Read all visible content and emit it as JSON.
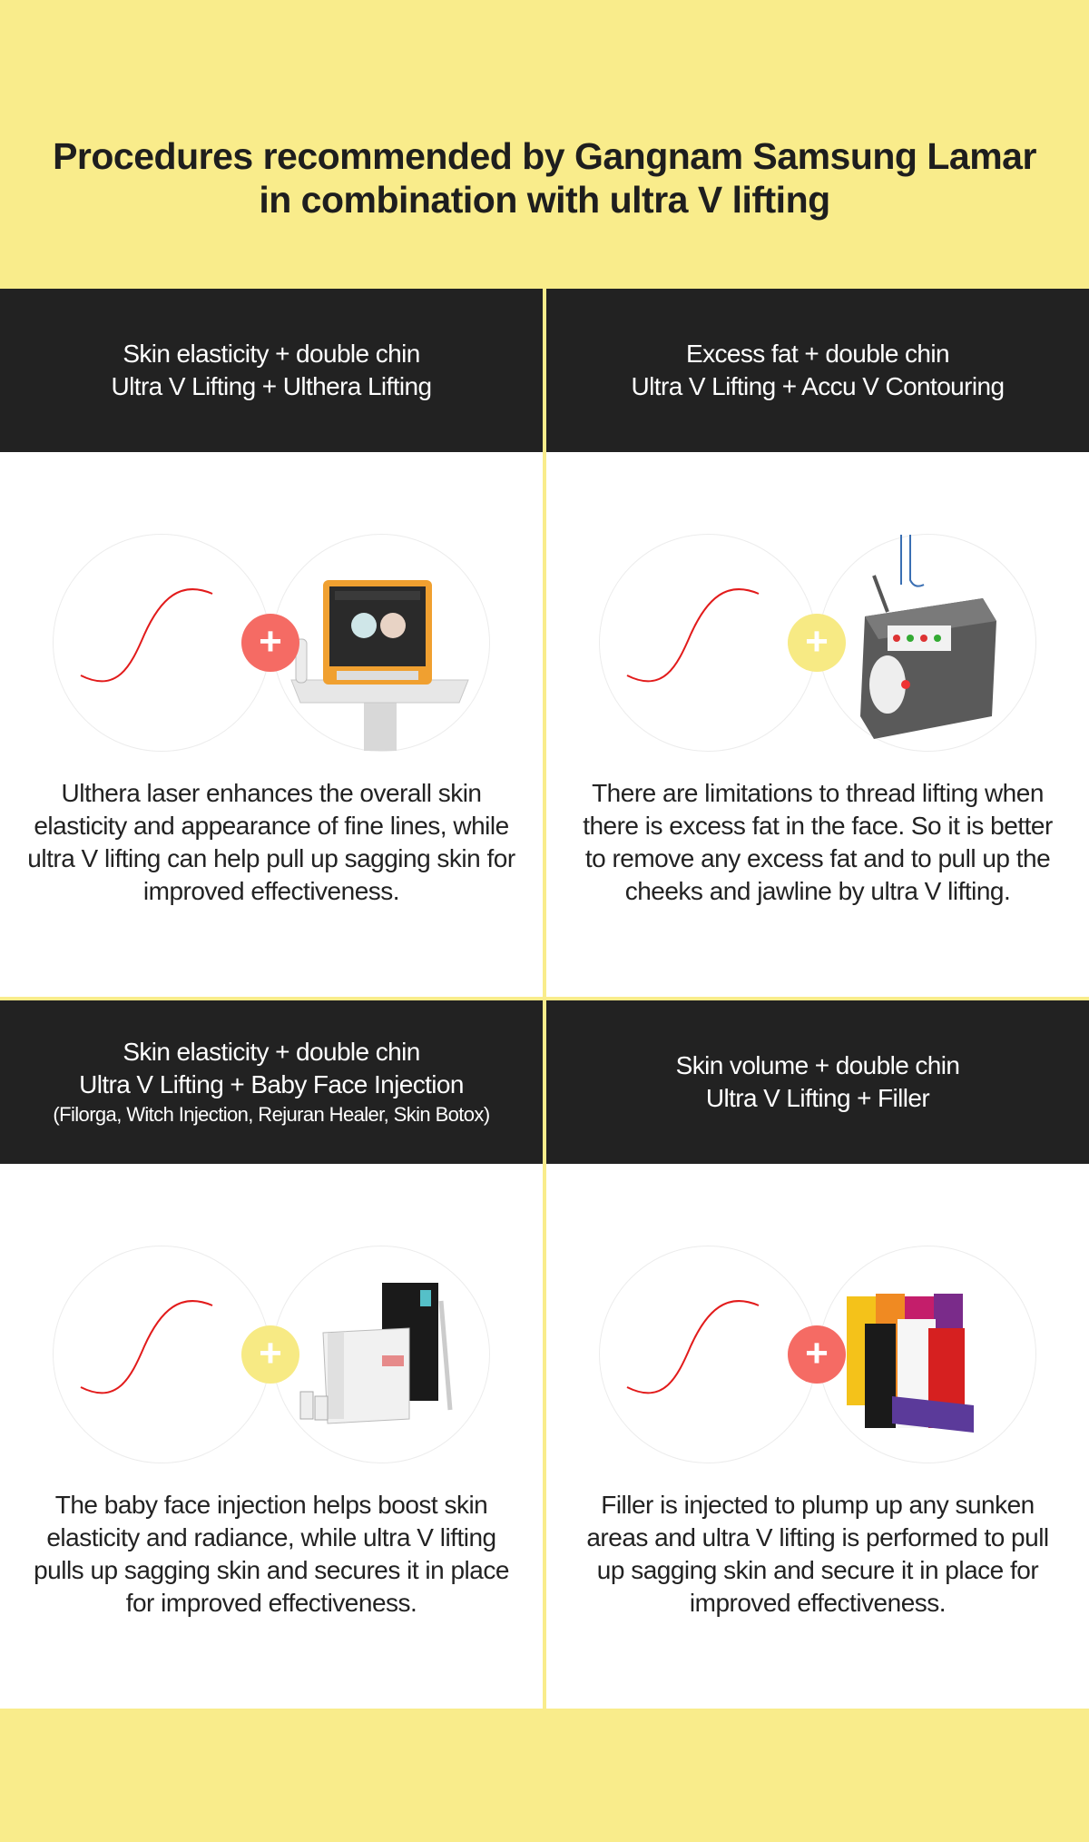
{
  "title": {
    "line1": "Procedures recommended by Gangnam Samsung Lamar",
    "line2": "in combination with ultra V lifting"
  },
  "colors": {
    "background": "#f9ec8b",
    "header": "#222222",
    "accent_red": "#f56b64",
    "accent_yellow": "#f7ea84",
    "curve": "#e21b1b"
  },
  "cards": [
    {
      "head1": "Skin elasticity + double chin",
      "head2": "Ultra V Lifting + Ulthera Lifting",
      "sub": "",
      "plus": "+",
      "plus_color": "red",
      "product_icon": "ulthera-device-icon",
      "desc": "Ulthera laser enhances the overall skin elasticity and appearance of fine lines, while ultra V lifting can help pull up sagging skin for improved effectiveness."
    },
    {
      "head1": "Excess fat + double chin",
      "head2": "Ultra V Lifting + Accu V Contouring",
      "sub": "",
      "plus": "+",
      "plus_color": "yellow",
      "product_icon": "accu-v-laser-machine-icon",
      "desc": "There are limitations to thread lifting when there is excess fat in the face. So it is better to remove any excess fat and to pull up the cheeks and jawline by ultra V lifting."
    },
    {
      "head1": "Skin elasticity + double chin",
      "head2": "Ultra V Lifting + Baby Face Injection",
      "sub": "(Filorga, Witch Injection, Rejuran Healer, Skin Botox)",
      "plus": "+",
      "plus_color": "yellow",
      "product_icon": "injection-products-icon",
      "desc": "The baby face injection helps boost skin elasticity and radiance, while ultra V lifting pulls up sagging skin and secures it in place for improved effectiveness."
    },
    {
      "head1": "Skin volume + double chin",
      "head2": "Ultra V Lifting + Filler",
      "sub": "",
      "plus": "+",
      "plus_color": "red",
      "product_icon": "filler-boxes-icon",
      "desc": "Filler is injected to plump up any sunken areas and ultra V lifting is performed to pull up sagging skin and secure it in place for improved effectiveness."
    }
  ]
}
